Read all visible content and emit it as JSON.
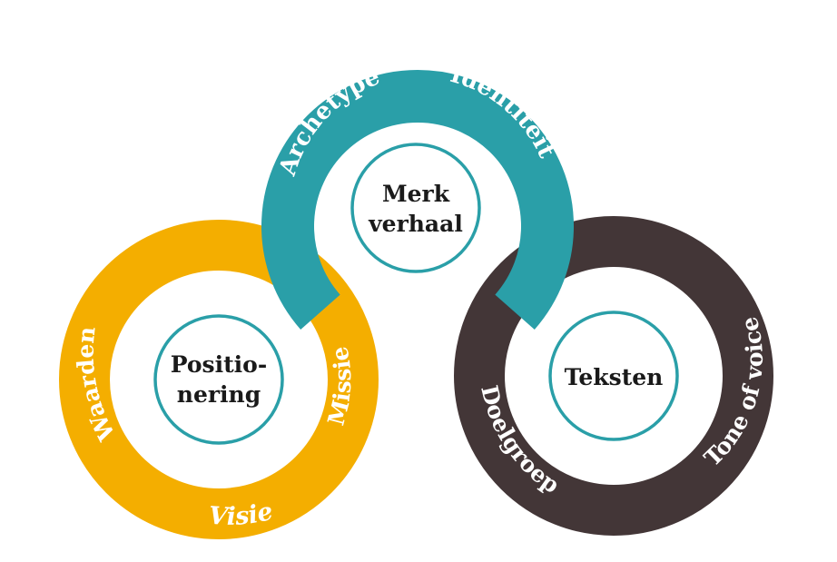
{
  "colors": {
    "yellow": "#F4AE00",
    "teal": "#2A9FA8",
    "dark": "#433637",
    "inner_stroke": "#2A9FA8",
    "text": "#1a1a1a",
    "ring_text": "#ffffff"
  },
  "circles": {
    "left": {
      "center_line1": "Positio-",
      "center_line2": "nering",
      "labels": {
        "waarden": "Waarden",
        "visie": "Visie",
        "missie": "Missie"
      }
    },
    "top": {
      "center_line1": "Merk",
      "center_line2": "verhaal",
      "labels": {
        "archetype": "Archetype",
        "identiteit": "Identiteit"
      }
    },
    "right": {
      "center_line1": "Teksten",
      "labels": {
        "doelgroep": "Doelgroep",
        "tone_of_voice": "Tone of voice"
      }
    }
  }
}
